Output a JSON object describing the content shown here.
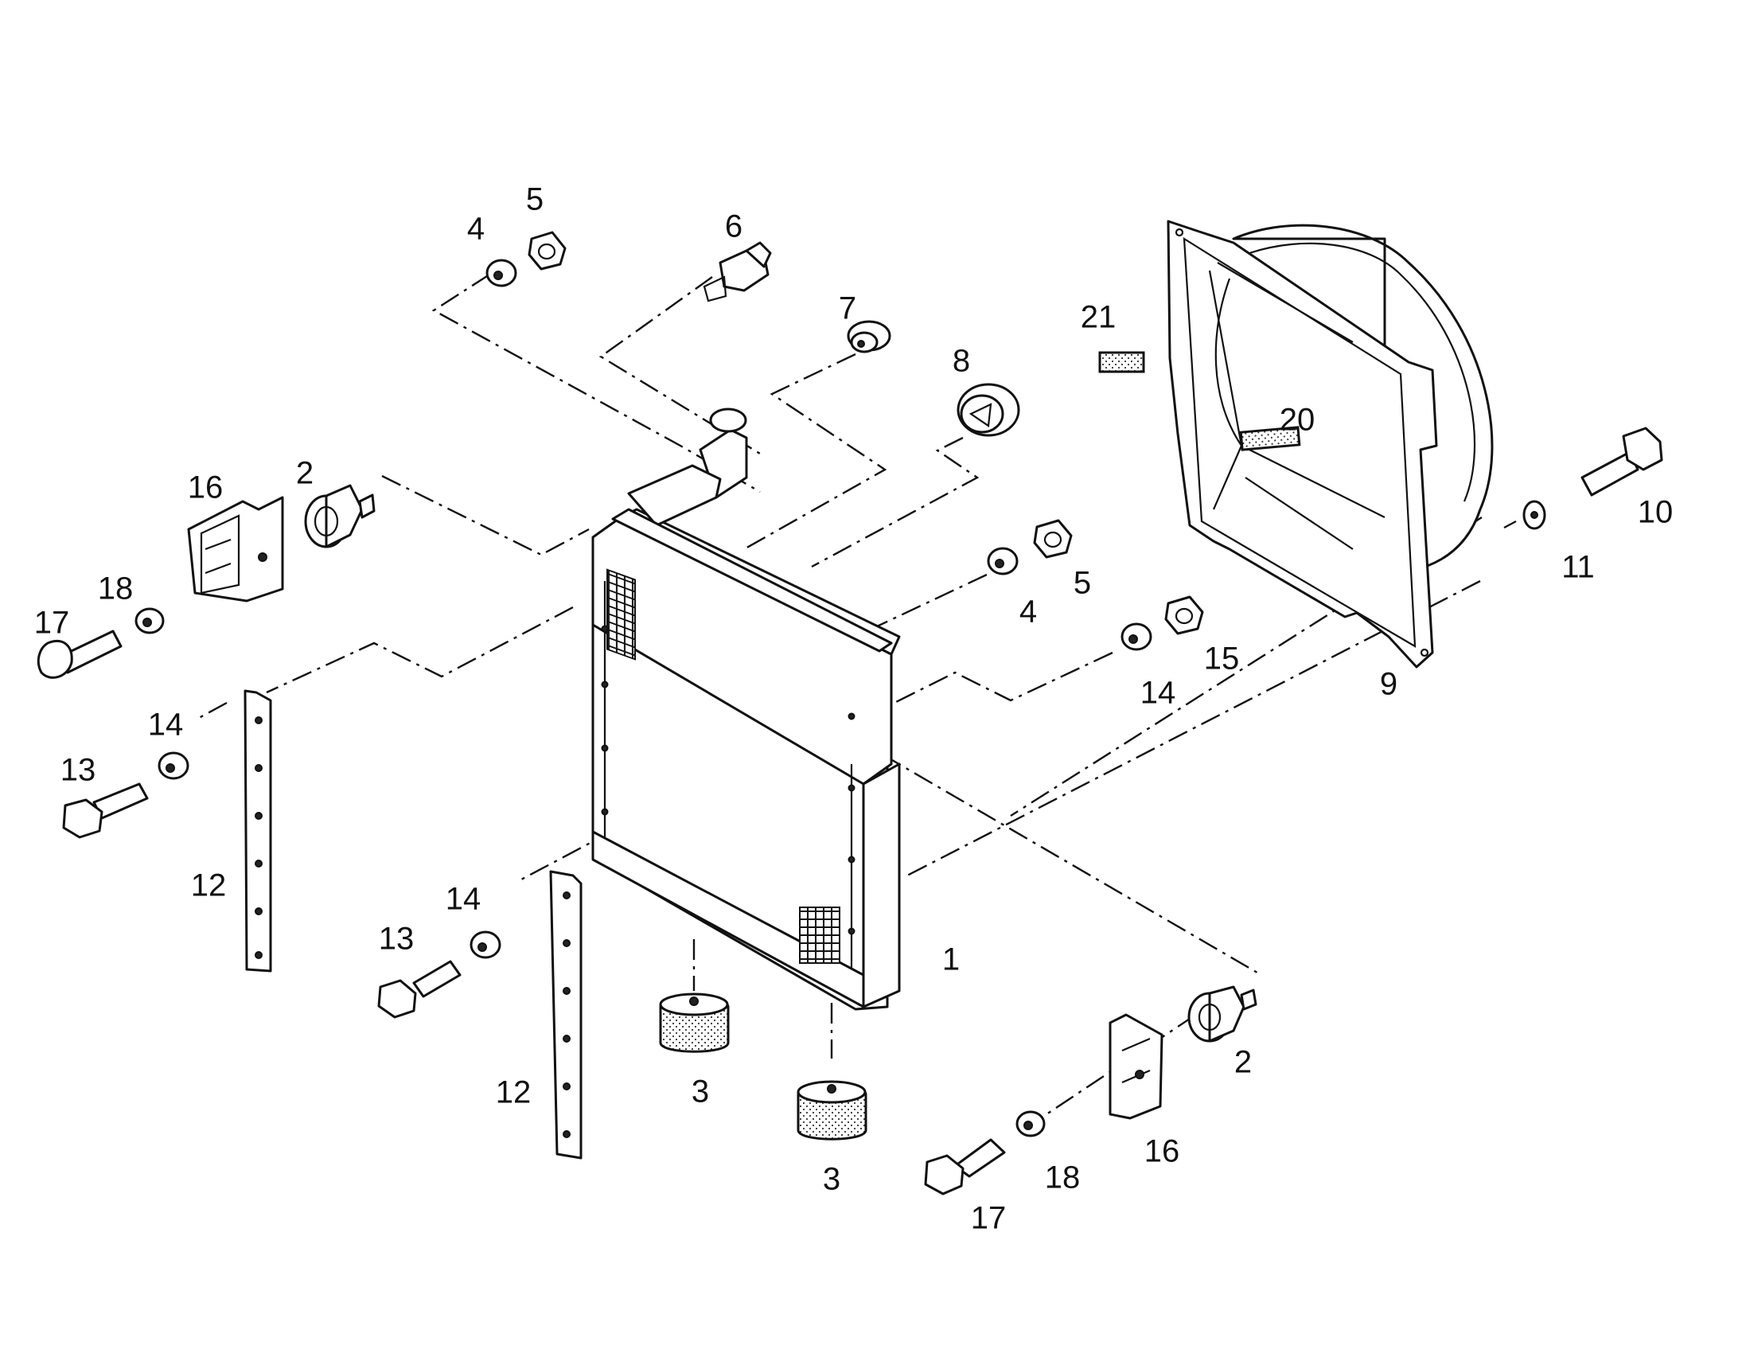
{
  "labels": {
    "l1": "1",
    "l2a": "2",
    "l2b": "2",
    "l3a": "3",
    "l3b": "3",
    "l4a": "4",
    "l4b": "4",
    "l5a": "5",
    "l5b": "5",
    "l6": "6",
    "l7": "7",
    "l8": "8",
    "l9": "9",
    "l10": "10",
    "l11": "11",
    "l12a": "12",
    "l12b": "12",
    "l13a": "13",
    "l13b": "13",
    "l14a": "14",
    "l14b": "14",
    "l14c": "14",
    "l15": "15",
    "l16a": "16",
    "l16b": "16",
    "l17a": "17",
    "l17b": "17",
    "l18a": "18",
    "l18b": "18",
    "l20": "20",
    "l21": "21"
  }
}
